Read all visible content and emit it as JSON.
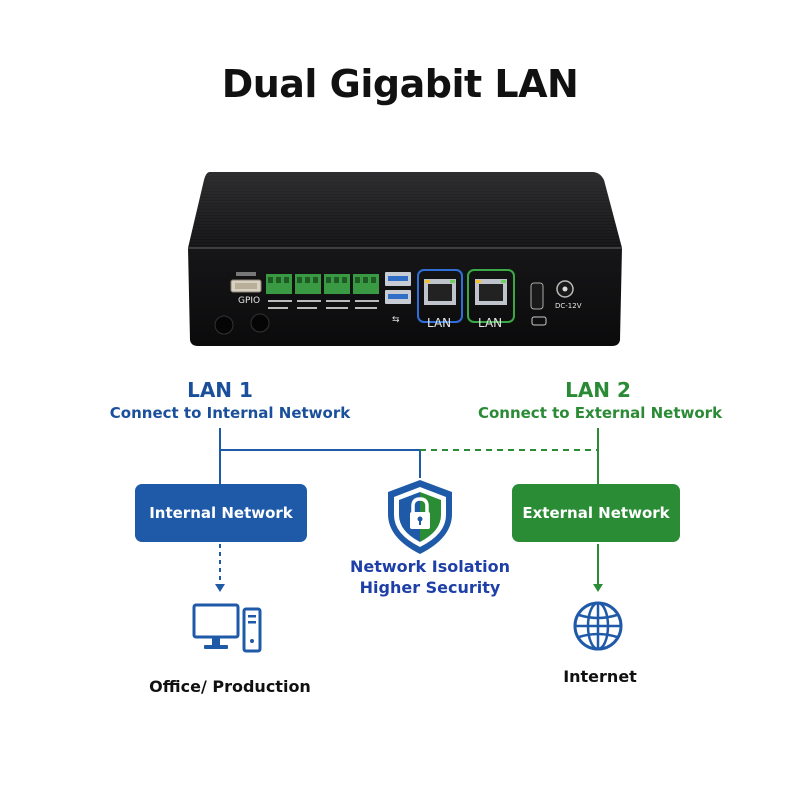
{
  "title": "Dual Gigabit LAN",
  "device": {
    "gpio_label": "GPIO",
    "lan_port_1_label": "LAN",
    "lan_port_2_label": "LAN",
    "power_label": "DC-12V"
  },
  "lan1": {
    "title": "LAN 1",
    "subtitle": "Connect to Internal Network",
    "box_label": "Internal Network",
    "endpoint_label": "Office/ Production",
    "color": "#1f5aa8"
  },
  "lan2": {
    "title": "LAN 2",
    "subtitle": "Connect to External Network",
    "box_label": "External Network",
    "endpoint_label": "Internet",
    "color": "#2b8c36"
  },
  "security": {
    "line1": "Network Isolation",
    "line2": "Higher Security"
  },
  "icons": [
    "shield-lock-icon",
    "computer-icon",
    "globe-icon"
  ]
}
